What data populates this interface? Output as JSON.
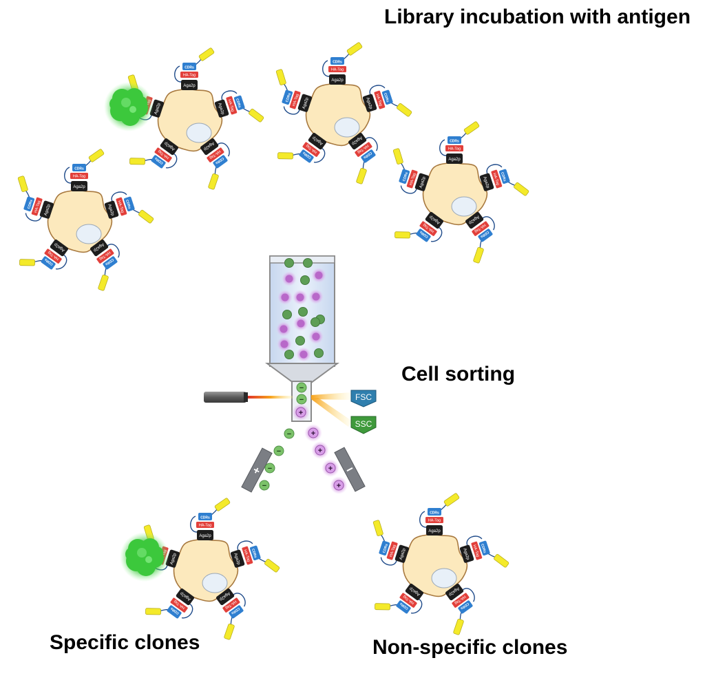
{
  "labels": {
    "incubation": "Library incubation with antigen",
    "sorting": "Cell sorting",
    "specific": "Specific clones",
    "nonspecific": "Non-specific clones"
  },
  "construct": {
    "cdr": "CDRs",
    "tag": "HA-Tag",
    "anchor": "Aga2p"
  },
  "detectors": {
    "fsc": "FSC",
    "ssc": "SSC"
  },
  "charges": {
    "positive": "+",
    "negative": "−"
  },
  "colors": {
    "cell_fill": "#fce9bd",
    "cell_edge": "#a8793f",
    "nucleus": "#e8f0f8",
    "aga2p": "#1d1d1d",
    "ha_tag": "#e2403b",
    "cdr": "#2f7fd0",
    "scfv_end": "#f4ea2a",
    "antigen": "#3cc83c",
    "fsc": "#2f7fae",
    "ssc": "#3f9a3b",
    "negative_cell": "#7cc26a",
    "positive_cell": "#d89ee8"
  }
}
